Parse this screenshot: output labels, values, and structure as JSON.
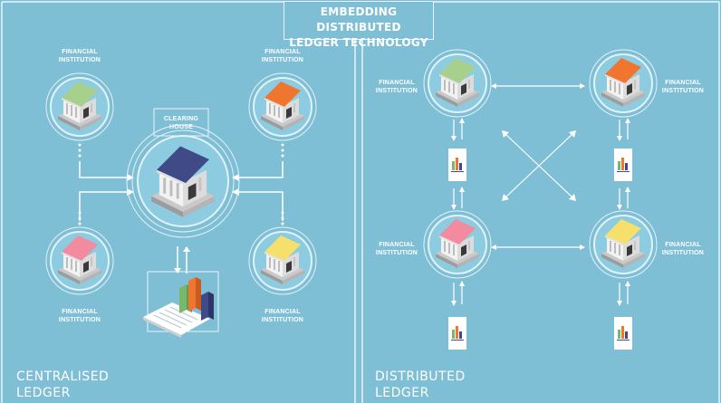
{
  "title": {
    "line1": "EMBEDDING DISTRIBUTED",
    "line2": "LEDGER TECHNOLOGY"
  },
  "centralised": {
    "label_line1": "CENTRALISED",
    "label_line2": "LEDGER",
    "clearing_house": {
      "line1": "CLEARING",
      "line2": "HOUSE",
      "roof_color": "#3f4a86"
    },
    "institutions": [
      {
        "line1": "FINANCIAL",
        "line2": "INSTITUTION",
        "roof_color": "#a8d08d"
      },
      {
        "line1": "FINANCIAL",
        "line2": "INSTITUTION",
        "roof_color": "#f0762f"
      },
      {
        "line1": "FINANCIAL",
        "line2": "INSTITUTION",
        "roof_color": "#f28aa0"
      },
      {
        "line1": "FINANCIAL",
        "line2": "INSTITUTION",
        "roof_color": "#f4e06a"
      }
    ]
  },
  "distributed": {
    "label_line1": "DISTRIBUTED",
    "label_line2": "LEDGER",
    "institutions": [
      {
        "line1": "FINANCIAL",
        "line2": "INSTITUTION",
        "roof_color": "#a8d08d"
      },
      {
        "line1": "FINANCIAL",
        "line2": "INSTITUTION",
        "roof_color": "#f0762f"
      },
      {
        "line1": "FINANCIAL",
        "line2": "INSTITUTION",
        "roof_color": "#f28aa0"
      },
      {
        "line1": "FINANCIAL",
        "line2": "INSTITUTION",
        "roof_color": "#f4e06a"
      }
    ]
  },
  "colors": {
    "background": "#7fbfd6",
    "line": "#ffffff",
    "bar_green": "#79b86a",
    "bar_orange": "#f0762f",
    "bar_navy": "#3f4a86"
  }
}
